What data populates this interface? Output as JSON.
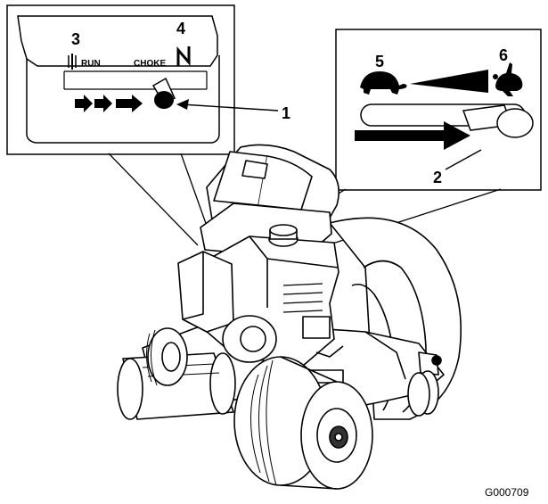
{
  "left_inset": {
    "callouts": [
      "3",
      "4"
    ],
    "run_label": "RUN",
    "choke_label": "CHOKE"
  },
  "right_inset": {
    "callouts": [
      "5",
      "6"
    ]
  },
  "pointer_callouts": [
    "1",
    "2"
  ],
  "figure_id": "G000709",
  "icons": [
    "run-symbol-icon",
    "choke-symbol-icon",
    "turtle-icon",
    "rabbit-icon",
    "arrow-icon"
  ]
}
